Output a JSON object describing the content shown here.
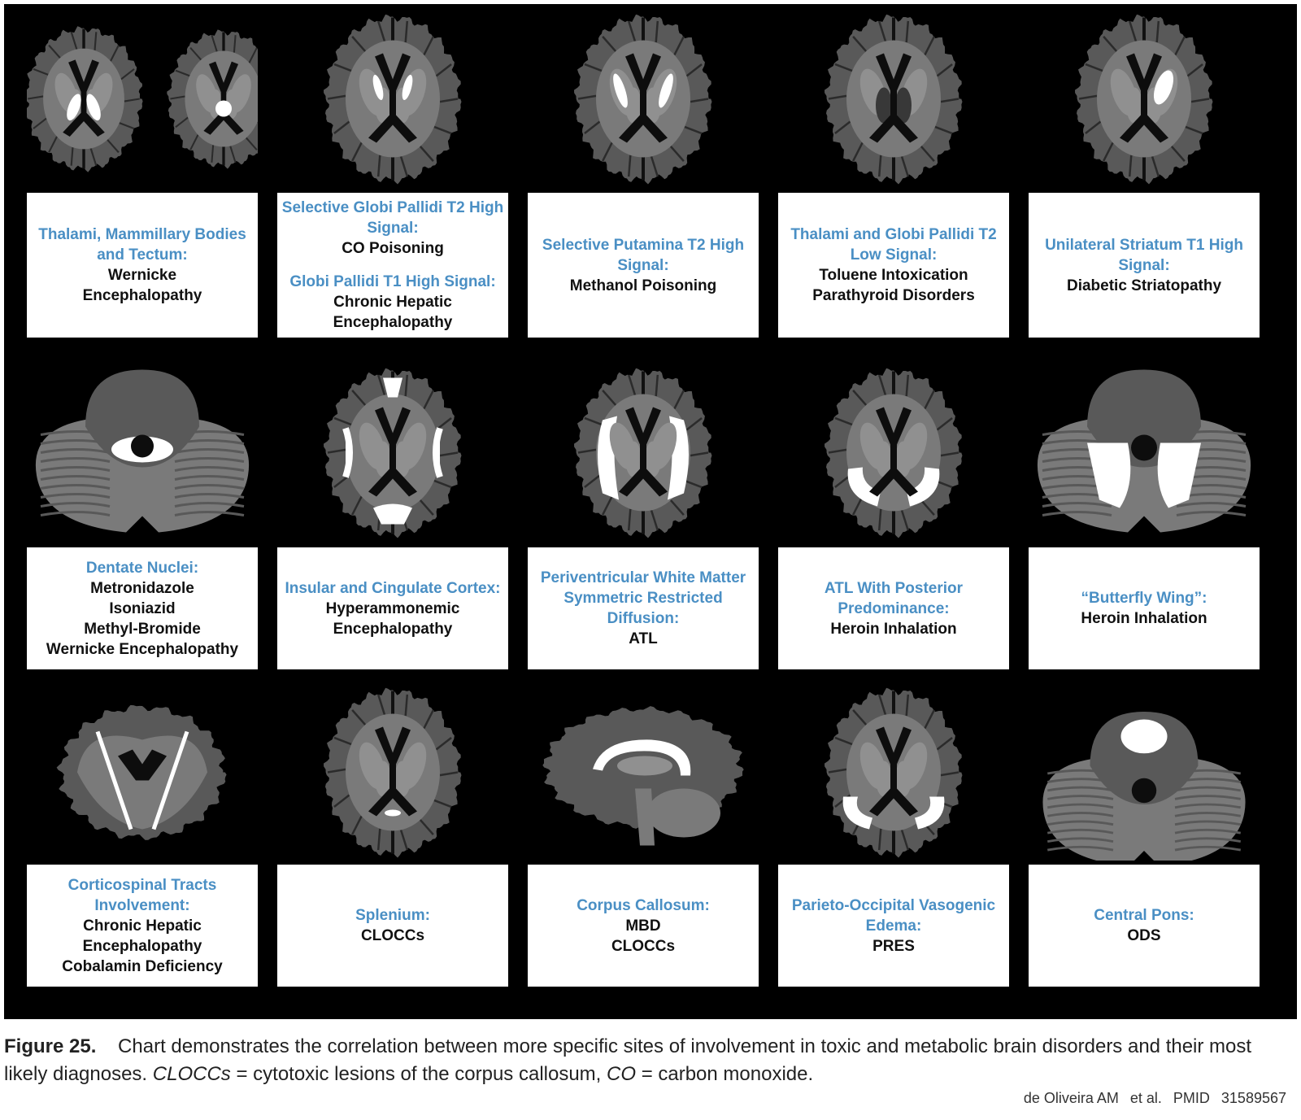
{
  "colors": {
    "background": "#000000",
    "tissue": "#595959",
    "white_matter": "#7a7a7a",
    "deep_gray": "#909090",
    "ventricle": "#0d0d0d",
    "lesion": "#ffffff",
    "label_blue": "#4a8fc4"
  },
  "panels": [
    {
      "site": "Thalami, Mammillary Bodies and Tectum:",
      "dx": [
        "Wernicke",
        "Encephalopathy"
      ]
    },
    {
      "site": "Selective Globi Pallidi T2 High Signal:",
      "dx": [
        "CO Poisoning"
      ],
      "site2": "Globi Pallidi T1 High Signal:",
      "dx2": [
        "Chronic Hepatic",
        "Encephalopathy"
      ]
    },
    {
      "site": "Selective Putamina T2 High Signal:",
      "dx": [
        "Methanol Poisoning"
      ]
    },
    {
      "site": "Thalami and Globi Pallidi T2 Low Signal:",
      "dx": [
        "Toluene Intoxication",
        "Parathyroid Disorders"
      ]
    },
    {
      "site": "Unilateral Striatum T1 High Signal:",
      "dx": [
        "Diabetic Striatopathy"
      ]
    },
    {
      "site": "Dentate Nuclei:",
      "dx": [
        "Metronidazole",
        "Isoniazid",
        "Methyl-Bromide",
        "Wernicke Encephalopathy"
      ]
    },
    {
      "site": "Insular and Cingulate Cortex:",
      "dx": [
        "Hyperammonemic",
        "Encephalopathy"
      ]
    },
    {
      "site": "Periventricular White Matter Symmetric Restricted Diffusion:",
      "dx": [
        "ATL"
      ]
    },
    {
      "site": "ATL With Posterior Predominance:",
      "dx": [
        "Heroin Inhalation"
      ]
    },
    {
      "site": "“Butterfly Wing”:",
      "dx": [
        "Heroin Inhalation"
      ]
    },
    {
      "site": "Corticospinal Tracts Involvement:",
      "dx": [
        "Chronic Hepatic",
        "Encephalopathy",
        "Cobalamin Deficiency"
      ]
    },
    {
      "site": "Splenium:",
      "dx": [
        "CLOCCs"
      ]
    },
    {
      "site": "Corpus Callosum:",
      "dx": [
        "MBD",
        "CLOCCs"
      ]
    },
    {
      "site": "Parieto-Occipital Vasogenic Edema:",
      "dx": [
        "PRES"
      ]
    },
    {
      "site": "Central Pons:",
      "dx": [
        "ODS"
      ]
    }
  ],
  "caption": {
    "label": "Figure 25.",
    "text1": "Chart demonstrates the correlation between more specific sites of involvement in toxic and metabolic brain disorders and their most likely diagnoses.",
    "abbr1": "CLOCCs",
    "def1": "= cytotoxic lesions of the corpus callosum,",
    "abbr2": "CO",
    "def2": "= carbon monoxide."
  },
  "credit": {
    "authors": "de Oliveira AM",
    "etal": "et al.",
    "pmid_label": "PMID",
    "pmid": "31589567"
  }
}
